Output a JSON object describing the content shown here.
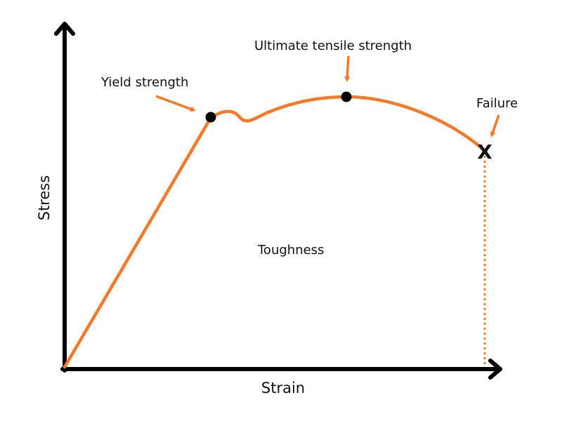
{
  "labels": {
    "yield": "Yield strength",
    "ultimate": "Ultimate tensile strength",
    "failure": "Failure",
    "failure_marker": "X",
    "toughness": "Toughness"
  },
  "axes": {
    "x_label": "Strain",
    "y_label": "Stress"
  },
  "colors": {
    "curve": "#f47a2a",
    "axes": "#000000",
    "markers": "#000000",
    "background": "#ffffff"
  }
}
